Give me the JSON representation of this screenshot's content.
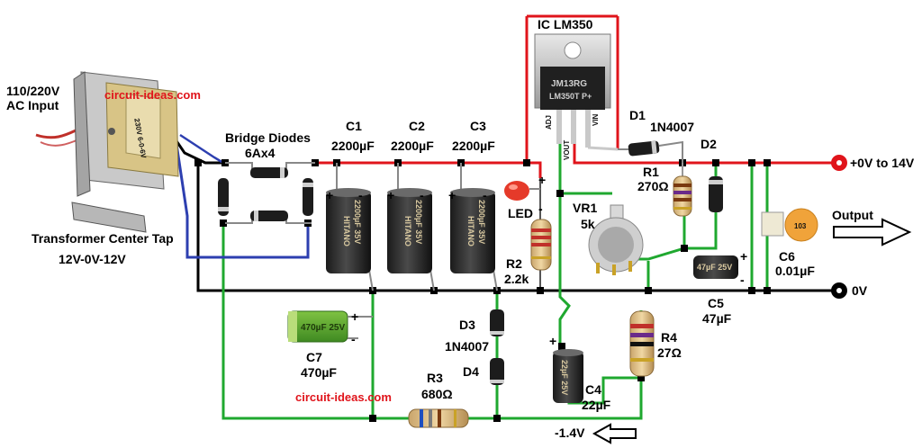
{
  "labels": {
    "ac_input_1": "110/220V",
    "ac_input_2": "AC Input",
    "watermark_top": "circuit-ideas.com",
    "watermark_bottom": "circuit-ideas.com",
    "transformer_1": "Transformer Center Tap",
    "transformer_2": "12V-0V-12V",
    "bridge_1": "Bridge Diodes",
    "bridge_2": "6Ax4",
    "c1_name": "C1",
    "c1_val": "2200µF",
    "c2_name": "C2",
    "c2_val": "2200µF",
    "c3_name": "C3",
    "c3_val": "2200µF",
    "ic_title": "IC LM350",
    "ic_adj": "ADJ",
    "ic_vout": "VOUT",
    "ic_vin": "VIN",
    "d1_name": "D1",
    "d1_val": "1N4007",
    "d2_name": "D2",
    "r1_name": "R1",
    "r1_val": "270Ω",
    "led": "LED",
    "vr1_name": "VR1",
    "vr1_val": "5k",
    "r2_name": "R2",
    "r2_val": "2.2k",
    "c6_name": "C6",
    "c6_val": "0.01µF",
    "c5_name": "C5",
    "c5_val": "47µF",
    "output": "Output",
    "out_pos": "+0V to 14V",
    "out_zero": "0V",
    "d3_name": "D3",
    "d3d4_val": "1N4007",
    "d4_name": "D4",
    "c7_name": "C7",
    "c7_val": "470µF",
    "r3_name": "R3",
    "r3_val": "680Ω",
    "r4_name": "R4",
    "r4_val": "27Ω",
    "c4_name": "C4",
    "c4_val": "22µF",
    "neg_rail": "-1.4V",
    "plus": "+",
    "minus": "-"
  },
  "component_markings": {
    "transformer_label": "230V 6-0-6V",
    "ic_marking_1": "JM13RG",
    "ic_marking_2": "LM350T P+",
    "big_cap_brand": "HITANO",
    "big_cap_rating": "2200µF 35V",
    "c7_marking": "470µF 25V",
    "c5_marking": "47µF 25V",
    "c4_marking": "22µF 25V",
    "c6_marking": "103"
  },
  "colors": {
    "positive_wire": "#e0141b",
    "ground_wire": "#000000",
    "negative_wire": "#1fa82f",
    "transformer_wire": "#2d3fb0",
    "brand_text": "#e0141b"
  }
}
